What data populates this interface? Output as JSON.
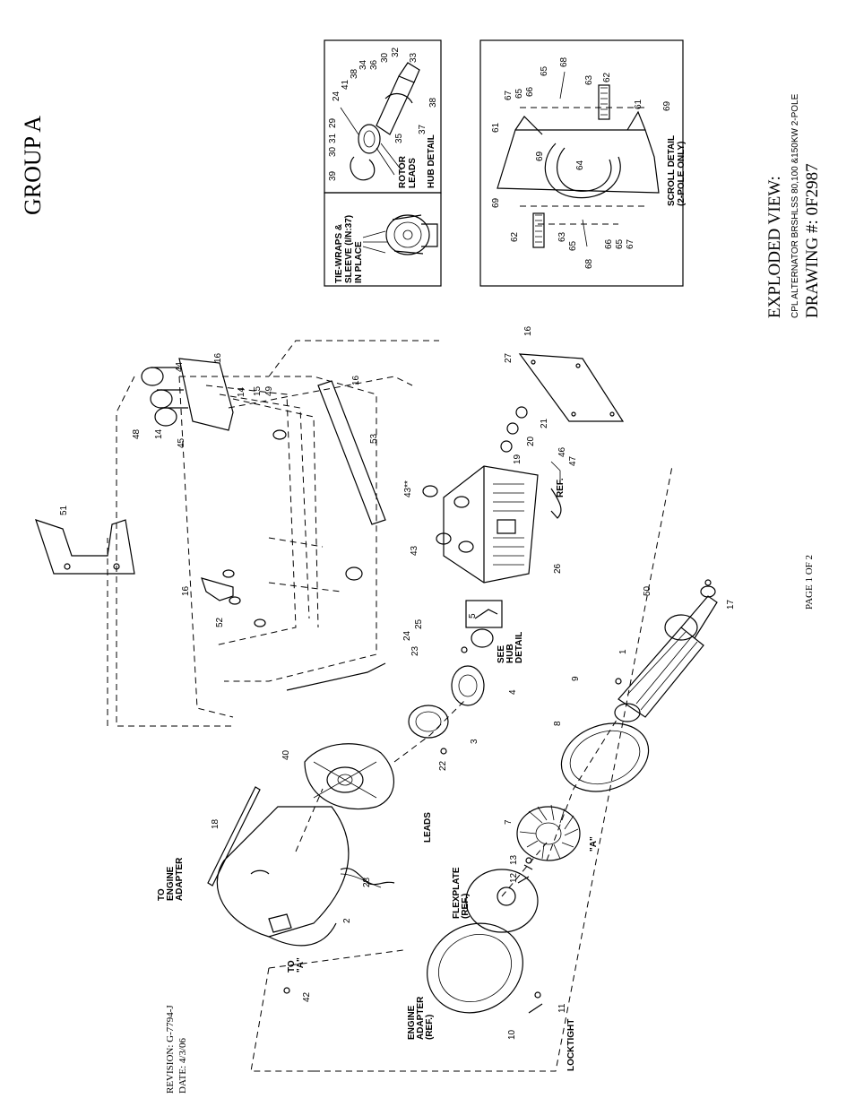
{
  "header": {
    "group": "GROUP A"
  },
  "title_block": {
    "line1": "EXPLODED VIEW:",
    "line2": "CPL ALTERNATOR BRSHLSS 80,100 &150KW 2-POLE",
    "line3": "DRAWING #: 0F2987"
  },
  "footer": {
    "page": "PAGE 1 OF 2",
    "revision": "REVISION: G-7794-J",
    "date": "DATE:  4/3/06"
  },
  "insets": {
    "tie_wraps": [
      "TIE-WRAPS &",
      "SLEEVE (I/N:37)",
      "IN PLACE"
    ],
    "hub_detail": "HUB DETAIL",
    "rotor_leads": [
      "ROTOR",
      "LEADS"
    ],
    "scroll_detail": [
      "SCROLL DETAIL",
      "(2-POLE ONLY)"
    ]
  },
  "callouts": {
    "to_engine_adapter": [
      "TO",
      "ENGINE",
      "ADAPTER"
    ],
    "to_a": [
      "TO",
      "\"A\""
    ],
    "leads": "LEADS",
    "flexplate": [
      "FLEXPLATE",
      "(REF.)"
    ],
    "engine_adapter": [
      "ENGINE",
      "ADAPTER",
      "(REF.)"
    ],
    "locktight": "LOCKTIGHT",
    "see_hub_detail": [
      "SEE",
      "HUB",
      "DETAIL"
    ],
    "ref": "REF.",
    "a_marker": "\"A\""
  },
  "part_numbers": {
    "p1": "1",
    "p2": "2",
    "p3": "3",
    "p4": "4",
    "p5": "5",
    "p7": "7",
    "p8": "8",
    "p9": "9",
    "p10": "10",
    "p11": "11",
    "p12": "12",
    "p13": "13",
    "p14a": "14",
    "p14b": "14",
    "p15": "15",
    "p16a": "16",
    "p16b": "16",
    "p16c": "16",
    "p16d": "16",
    "p17": "17",
    "p18": "18",
    "p19": "19",
    "p20": "20",
    "p21": "21",
    "p22": "22",
    "p23": "23",
    "p24": "24",
    "p25": "25",
    "p26": "26",
    "p27": "27",
    "p28": "28",
    "p40": "40",
    "p42": "42",
    "p43": "43",
    "p43s": "43**",
    "p44": "44",
    "p45": "45",
    "p46": "46",
    "p47": "47",
    "p48": "48",
    "p49": "49",
    "p50": "50",
    "p51": "51",
    "p52": "52",
    "p53": "53",
    "h24": "24",
    "h29": "29",
    "h30a": "30",
    "h30b": "30",
    "h31": "31",
    "h32": "32",
    "h33": "33",
    "h34": "34",
    "h35": "35",
    "h36": "36",
    "h37": "37",
    "h38a": "38",
    "h38b": "38",
    "h39": "39",
    "h41": "41",
    "s61a": "61",
    "s61b": "61",
    "s62a": "62",
    "s62b": "62",
    "s63a": "63",
    "s63b": "63",
    "s64": "64",
    "s65a": "65",
    "s65b": "65",
    "s66a": "66",
    "s66b": "66",
    "s67a": "67",
    "s67b": "67",
    "s68a": "68",
    "s68b": "68",
    "s69a": "69",
    "s69b": "69",
    "s69c": "69"
  }
}
